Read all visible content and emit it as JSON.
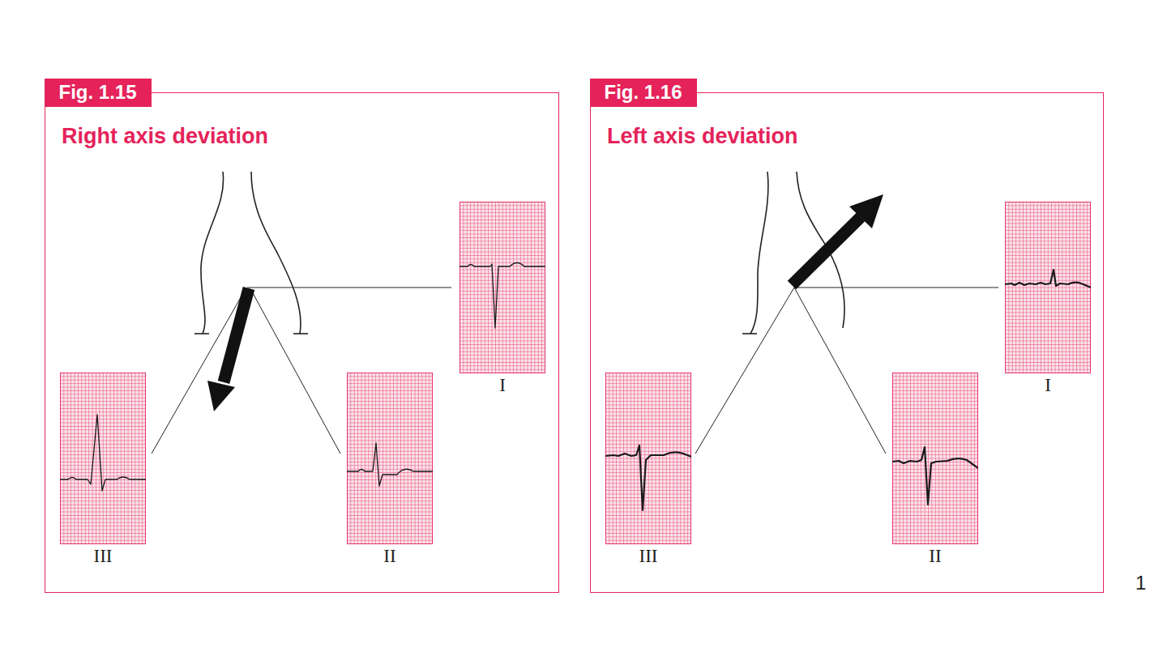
{
  "diagram": {
    "nodes": [
      {
        "text": [
          "Fig. 1.15",
          "Right axis deviation"
        ]
      },
      {
        "text": [
          "I"
        ],
        "in": 0
      },
      {
        "text": [
          "III"
        ],
        "in": 0
      },
      {
        "text": [
          "II"
        ],
        "in": 0
      },
      {
        "text": [
          "Fig. 1.16",
          "Left axis deviation"
        ]
      },
      {
        "text": [
          "I"
        ],
        "in": 4
      },
      {
        "text": [
          "III"
        ],
        "in": 4
      },
      {
        "text": [
          "II"
        ],
        "in": 4
      }
    ],
    "labels": [
      "1"
    ]
  }
}
